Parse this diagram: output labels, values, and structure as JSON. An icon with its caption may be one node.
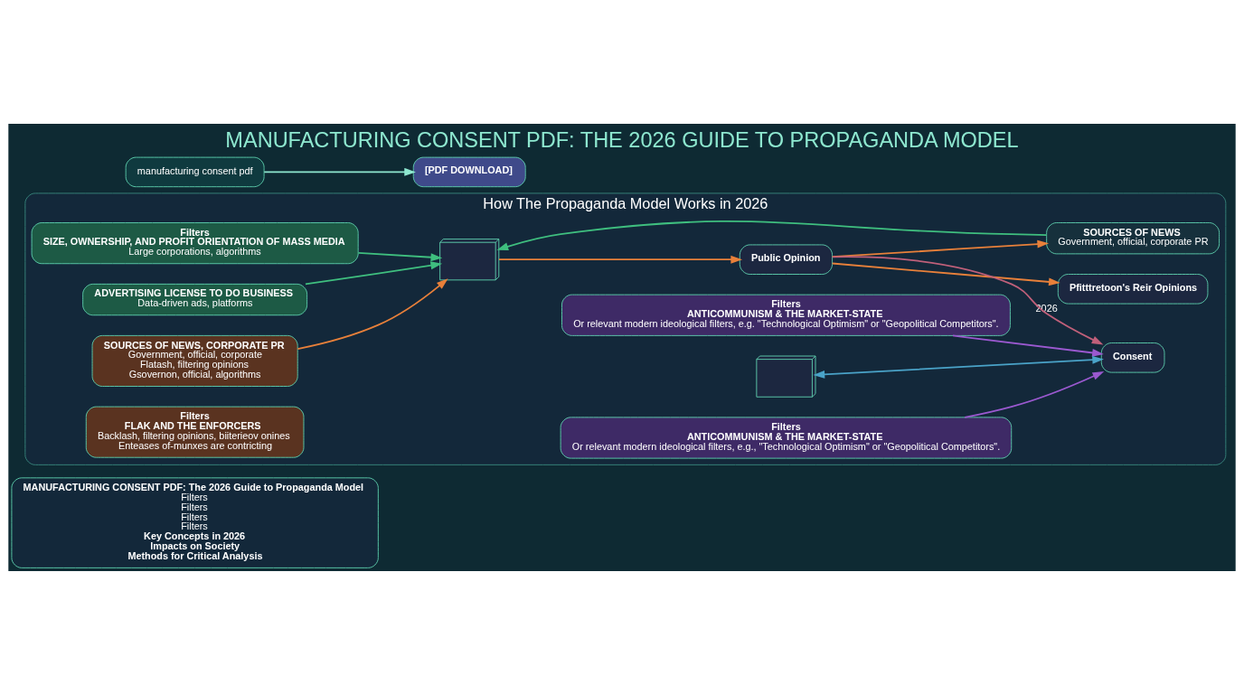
{
  "diagram": {
    "title": "MANUFACTURING CONSENT PDF: THE 2026 GUIDE TO PROPAGANDA MODEL",
    "nodes": [
      {
        "text": [
          "MANUFACTURING CONSENT PDF: The 2026 Guide to Propaganda Model",
          "Filters",
          "Filters",
          "Filters",
          "Filters",
          "Key Concepts in 2026",
          "Impacts on Society",
          "Methods for Critical Analysis"
        ]
      },
      {
        "text": [
          "How The Propaganda Model Works in 2026"
        ]
      },
      {
        "text": [
          "Filters",
          "SIZE, OWNERSHIP, AND PROFIT ORIENTATION OF MASS MEDIA",
          "Large corporations, algorithms"
        ],
        "in": 1
      },
      {
        "text": [
          "ADVERTISING LICENSE TO DO BUSINESS",
          "Data-driven ads, platforms"
        ],
        "in": 1
      },
      {
        "text": [
          "SOURCES OF NEWS, CORPORATE PR",
          "Government, official, corporate",
          "Flatash, filtering opinions",
          "Gsovernon, official, algorithms"
        ],
        "in": 1
      },
      {
        "text": [
          "SOURCES OF NEWS",
          "Government, official, corporate PR"
        ],
        "in": 1
      },
      {
        "text": [],
        "shape": "picture",
        "in": 1
      },
      {
        "text": [
          "Pfitttretoon's Reir Opinions"
        ],
        "beside": [
          "2026"
        ],
        "in": 1
      },
      {
        "text": [
          "Filters",
          "FLAK AND THE ENFORCERS",
          "Backlash, filtering opinions, biiterieov onines",
          "Enteases of-munxes are contricting"
        ],
        "in": 1
      },
      {
        "text": [
          "Public Opinion"
        ],
        "in": 1
      },
      {
        "text": [
          "Filters",
          "ANTICOMMUNISM & THE MARKET-STATE",
          "Or relevant modern ideological filters, e.g. \"Technological Optimism\" or \"Geopolitical Competitors\"."
        ],
        "in": 1
      },
      {
        "text": [
          "Consent"
        ],
        "in": 1
      },
      {
        "text": [],
        "shape": "picture",
        "in": 1
      },
      {
        "text": [
          "Filters",
          "ANTICOMMUNISM & THE MARKET-STATE",
          "Or relevant modern ideological filters, e.g., \"Technological Optimism\" or \"Geopolitical Competitors\"."
        ],
        "in": 1
      },
      {
        "text": [
          "manufacturing consent pdf"
        ]
      },
      {
        "text": [
          "[PDF DOWNLOAD]"
        ]
      }
    ],
    "edges": [
      {
        "from": 2,
        "to": 6,
        "arrow": "to",
        "color": "#3fbf7f"
      },
      {
        "from": 3,
        "to": 6,
        "arrow": "to",
        "color": "#3fbf7f"
      },
      {
        "from": 4,
        "to": 6,
        "arrow": "to",
        "color": "#e8803a"
      },
      {
        "from": 5,
        "to": 6,
        "arrow": "to",
        "color": "#3fbf7f"
      },
      {
        "from": 9,
        "to": 5,
        "arrow": "to",
        "color": "#e8803a"
      },
      {
        "from": 6,
        "to": 9,
        "arrow": "to",
        "color": "#e8803a"
      },
      {
        "from": 9,
        "to": 7,
        "arrow": "to",
        "color": "#e8803a"
      },
      {
        "from": 9,
        "to": 11,
        "arrow": "to",
        "color": "#c0607a"
      },
      {
        "from": 10,
        "to": 11,
        "arrow": "to",
        "color": "#9b59d0"
      },
      {
        "from": 13,
        "to": 11,
        "arrow": "to",
        "color": "#9b59d0"
      },
      {
        "from": 12,
        "to": 11,
        "arrow": "both",
        "color": "#4aa3c8"
      },
      {
        "from": 14,
        "to": 15,
        "arrow": "to",
        "color": "#8ee8d0"
      }
    ]
  }
}
